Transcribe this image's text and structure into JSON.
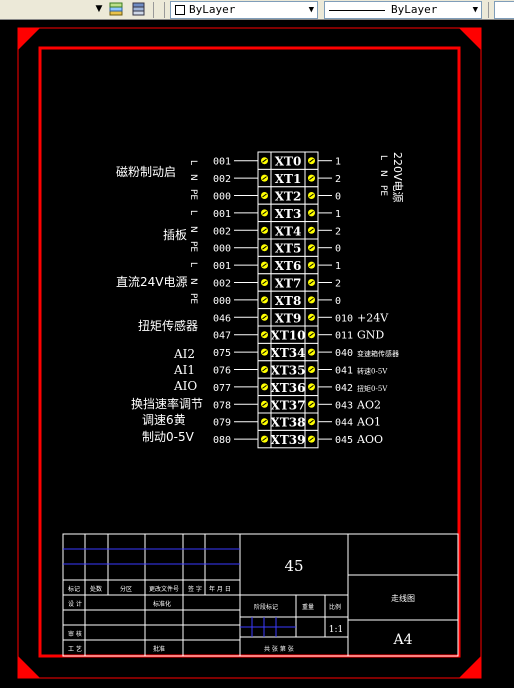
{
  "toolbar": {
    "color_value": "ByLayer",
    "linetype_value": "ByLayer",
    "icons": [
      "layer-states-icon",
      "layer-previous-icon"
    ]
  },
  "drawing": {
    "left_labels": {
      "brake_start": "磁粉制动启",
      "board": "插板",
      "dc24": "直流24V电源",
      "torque_sensor": "扭矩传感器",
      "ai2": "AI2",
      "ai1": "AI1",
      "ai0": "AIO",
      "shift_speed": "换挡速率调节",
      "speed_6": "调速6黄",
      "brake_05": "制动0-5V"
    },
    "phase_groups": [
      [
        "L",
        "N",
        "PE"
      ],
      [
        "L",
        "N",
        "PE"
      ],
      [
        "L",
        "N",
        "PE"
      ]
    ],
    "power_label": "220V电源",
    "power_phases": [
      "L",
      "N",
      "PE"
    ],
    "rows": [
      {
        "left": "001",
        "terminal": "XT0",
        "right": "1",
        "right_label": ""
      },
      {
        "left": "002",
        "terminal": "XT1",
        "right": "2",
        "right_label": ""
      },
      {
        "left": "000",
        "terminal": "XT2",
        "right": "0",
        "right_label": ""
      },
      {
        "left": "001",
        "terminal": "XT3",
        "right": "1",
        "right_label": ""
      },
      {
        "left": "002",
        "terminal": "XT4",
        "right": "2",
        "right_label": ""
      },
      {
        "left": "000",
        "terminal": "XT5",
        "right": "0",
        "right_label": ""
      },
      {
        "left": "001",
        "terminal": "XT6",
        "right": "1",
        "right_label": ""
      },
      {
        "left": "002",
        "terminal": "XT7",
        "right": "2",
        "right_label": ""
      },
      {
        "left": "000",
        "terminal": "XT8",
        "right": "0",
        "right_label": ""
      },
      {
        "left": "046",
        "terminal": "XT9",
        "right": "010",
        "right_label": "+24V"
      },
      {
        "left": "047",
        "terminal": "XT10",
        "right": "011",
        "right_label": "GND"
      },
      {
        "left": "075",
        "terminal": "XT34",
        "right": "040",
        "right_label": "变速箱传感器"
      },
      {
        "left": "076",
        "terminal": "XT35",
        "right": "041",
        "right_label": "转速0-5V"
      },
      {
        "left": "077",
        "terminal": "XT36",
        "right": "042",
        "right_label": "扭矩0-5V"
      },
      {
        "left": "078",
        "terminal": "XT37",
        "right": "043",
        "right_label": "AO2"
      },
      {
        "left": "079",
        "terminal": "XT38",
        "right": "044",
        "right_label": "AO1"
      },
      {
        "left": "080",
        "terminal": "XT39",
        "right": "045",
        "right_label": "AOO"
      }
    ],
    "title_block": {
      "number": "45",
      "row_labels_1": [
        "标记",
        "处数",
        "分区",
        "更改文件号",
        "签 字",
        "年 月 日"
      ],
      "design": "设 计",
      "standardize": "标准化",
      "review": "审 核",
      "process": "工 艺",
      "approve": "批准",
      "stage_mark": "阶段标记",
      "weight": "重量",
      "scale_label": "比例",
      "scale": "1:1",
      "sheets": "共  张 第  张",
      "drawing_name": "走线图",
      "size": "A4"
    }
  }
}
